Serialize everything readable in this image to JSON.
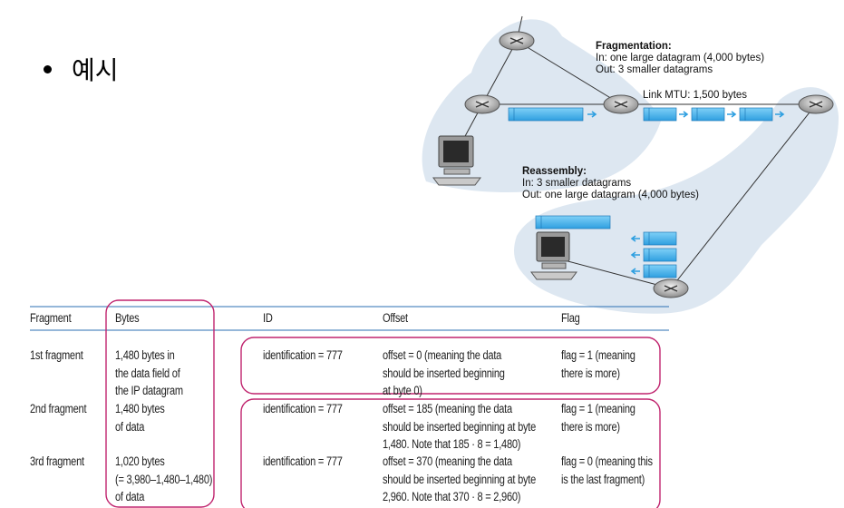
{
  "bullet": {
    "text": "예시"
  },
  "diagram": {
    "fragmentation": {
      "title": "Fragmentation:",
      "line1": "In: one large datagram (4,000 bytes)",
      "line2": "Out: 3 smaller datagrams"
    },
    "link_mtu": "Link MTU: 1,500 bytes",
    "reassembly": {
      "title": "Reassembly:",
      "line1": "In: 3 smaller datagrams",
      "line2": "Out: one large datagram (4,000 bytes)"
    }
  },
  "table": {
    "headers": {
      "fragment": "Fragment",
      "bytes": "Bytes",
      "id": "ID",
      "offset": "Offset",
      "flag": "Flag"
    },
    "rows": [
      {
        "fragment": "1st fragment",
        "bytes": "1,480 bytes in\nthe data field of\nthe IP datagram",
        "id": "identification = 777",
        "offset": "offset = 0 (meaning the data\nshould be inserted beginning\nat byte 0)",
        "flag": "flag = 1 (meaning\nthere is more)"
      },
      {
        "fragment": "2nd fragment",
        "bytes": "1,480 bytes\nof data",
        "id": "identification = 777",
        "offset": "offset = 185 (meaning the data\nshould be inserted beginning at byte\n1,480. Note that 185 · 8 = 1,480)",
        "flag": "flag = 1 (meaning\nthere is more)"
      },
      {
        "fragment": "3rd fragment",
        "bytes": "1,020 bytes\n(= 3,980–1,480–1,480)\nof data",
        "id": "identification = 777",
        "offset": "offset = 370 (meaning the data\nshould be inserted beginning at byte\n2,960. Note that 370 · 8 = 2,960)",
        "flag": "flag = 0 (meaning this\nis the last fragment)"
      }
    ]
  },
  "colors": {
    "cloud": "#dde7f1",
    "highlight": "#c0246e",
    "packet": "#2e9fe0",
    "table_rule": "#2b6fb3"
  }
}
